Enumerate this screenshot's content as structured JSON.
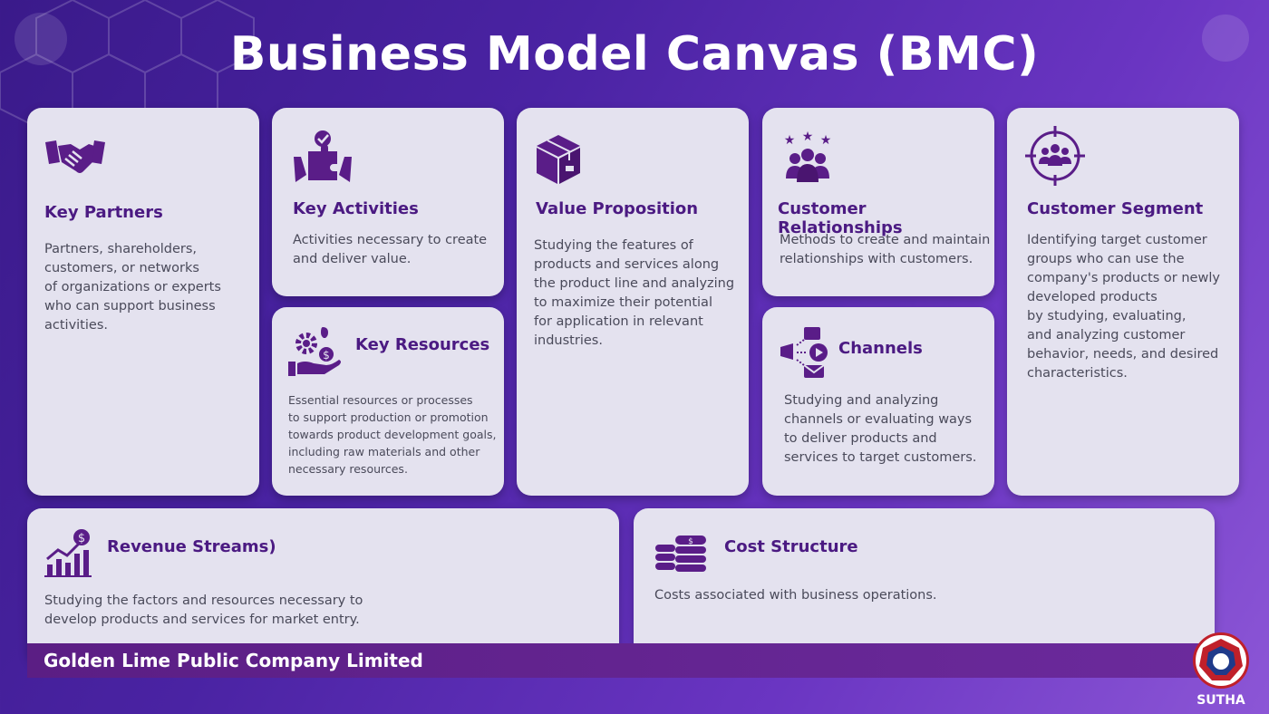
{
  "page": {
    "title": "Business Model Canvas (BMC)"
  },
  "cards": {
    "key_partners": {
      "title": "Key Partners",
      "text": "Partners, shareholders,\ncustomers, or networks\nof organizations or experts\nwho can support business\nactivities."
    },
    "key_activities": {
      "title": "Key Activities",
      "text": "Activities necessary to create\nand deliver value."
    },
    "key_resources": {
      "title": "Key Resources",
      "text": "Essential resources or processes\nto support production or promotion\ntowards product development goals,\nincluding raw materials and other\nnecessary resources."
    },
    "value_proposition": {
      "title": "Value Proposition",
      "text": "Studying the features of\nproducts and services along\nthe product line and analyzing\nto maximize their potential\nfor application in relevant\nindustries."
    },
    "customer_relationships": {
      "title": "Customer Relationships",
      "text": "Methods to create and maintain\nrelationships with customers."
    },
    "channels": {
      "title": "Channels",
      "text": "Studying and analyzing\nchannels or evaluating ways\nto deliver products and\nservices to target customers."
    },
    "customer_segment": {
      "title": "Customer Segment",
      "text": "Identifying target customer\ngroups who can use the\ncompany's products or newly\ndeveloped products\nby studying, evaluating,\nand analyzing customer\nbehavior, needs, and desired\ncharacteristics."
    },
    "revenue_streams": {
      "title": "Revenue Streams)",
      "text": "Studying the factors and resources necessary to\ndevelop products and services for market entry."
    },
    "cost_structure": {
      "title": "Cost Structure",
      "text": "Costs associated with business operations."
    }
  },
  "footer": {
    "company": "Golden Lime Public Company Limited",
    "logo_label": "SUTHA"
  },
  "icons": [
    "handshake-icon",
    "puzzle-hands-icon",
    "gear-money-hand-icon",
    "box-icon",
    "user-stars-icon",
    "megaphone-channels-icon",
    "target-group-icon",
    "growth-chart-icon",
    "coins-icon"
  ],
  "colors": {
    "accent": "#4b1a82",
    "card": "#e4e2ef",
    "footer": "#5b1e84"
  }
}
